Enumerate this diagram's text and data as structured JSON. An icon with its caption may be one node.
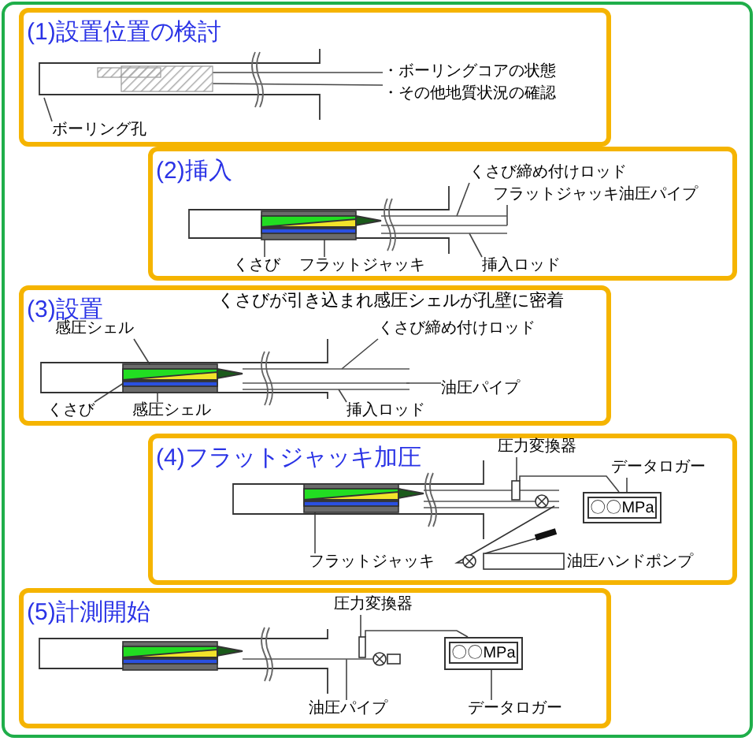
{
  "diagram": {
    "nodes": [
      {
        "text": [
          "(1)設置位置の検討"
        ]
      },
      {
        "text": [],
        "shape": "box",
        "in": 0
      },
      {
        "text": [],
        "shape": "bar",
        "in": 1
      },
      {
        "text": [
          "ボーリング孔"
        ],
        "in": 0
      },
      {
        "text": [
          "・ボーリングコアの状態"
        ],
        "in": 0
      },
      {
        "text": [
          "・その他地質状況の確認"
        ],
        "in": 0
      },
      {
        "text": [
          "(2)挿入"
        ]
      },
      {
        "text": [],
        "shape": "box",
        "in": 6
      },
      {
        "text": [],
        "shape": "bar",
        "in": 7
      },
      {
        "text": [],
        "shape": "bar",
        "in": 6
      },
      {
        "text": [
          "くさび締め付けロッド"
        ],
        "in": 6
      },
      {
        "text": [
          "フラットジャッキ油圧パイプ"
        ],
        "in": 6
      },
      {
        "text": [
          "くさび"
        ],
        "in": 6
      },
      {
        "text": [
          "フラットジャッキ"
        ],
        "in": 6
      },
      {
        "text": [
          "挿入ロッド"
        ],
        "in": 6
      },
      {
        "text": [
          "(3)設置",
          "くさびが引き込まれ感圧シェルが孔壁に密着"
        ]
      },
      {
        "text": [],
        "shape": "box",
        "in": 15
      },
      {
        "text": [],
        "shape": "bar",
        "in": 16
      },
      {
        "text": [],
        "shape": "bar",
        "in": 15
      },
      {
        "text": [
          "感圧シェル"
        ],
        "in": 15
      },
      {
        "text": [
          "くさび"
        ],
        "in": 15
      },
      {
        "text": [
          "感圧シェル"
        ],
        "in": 15
      },
      {
        "text": [
          "くさび締め付けロッド"
        ],
        "in": 15
      },
      {
        "text": [
          "油圧パイプ"
        ],
        "in": 15
      },
      {
        "text": [
          "挿入ロッド"
        ],
        "in": 15
      },
      {
        "text": [
          "(4)フラットジャッキ加圧"
        ]
      },
      {
        "text": [],
        "shape": "box",
        "in": 25
      },
      {
        "text": [],
        "shape": "bar",
        "in": 26
      },
      {
        "text": [],
        "shape": "bar",
        "in": 25
      },
      {
        "text": [],
        "shape": "box",
        "in": 25
      },
      {
        "text": [],
        "shape": "box",
        "in": 25
      },
      {
        "text": [
          "圧力変換器"
        ],
        "in": 25
      },
      {
        "text": [
          "データロガー"
        ],
        "in": 25
      },
      {
        "text": [],
        "shape": "box",
        "in": 25
      },
      {
        "text": [
          "〇〇MPa"
        ],
        "in": 33
      },
      {
        "text": [
          "フラットジャッキ"
        ],
        "in": 25
      },
      {
        "text": [
          "油圧ハンドポンプ"
        ],
        "in": 25
      },
      {
        "text": [
          "(5)計測開始"
        ]
      },
      {
        "text": [],
        "shape": "box",
        "in": 37
      },
      {
        "text": [],
        "shape": "bar",
        "in": 38
      },
      {
        "text": [],
        "shape": "bar",
        "in": 37
      },
      {
        "text": [],
        "shape": "box",
        "in": 37
      },
      {
        "text": [
          "圧力変換器"
        ],
        "in": 37
      },
      {
        "text": [],
        "shape": "box",
        "in": 37
      },
      {
        "text": [
          "〇〇MPa"
        ],
        "in": 43
      },
      {
        "text": [
          "油圧パイプ"
        ],
        "in": 37
      },
      {
        "text": [
          "データロガー"
        ],
        "in": 37
      }
    ],
    "edges": [
      {
        "from": 3,
        "to": 1,
        "arrow": "none"
      },
      {
        "from": 4,
        "to": 2,
        "arrow": "none"
      },
      {
        "from": 5,
        "to": 2,
        "arrow": "none"
      },
      {
        "from": 10,
        "to": 9,
        "arrow": "none"
      },
      {
        "from": 11,
        "to": 9,
        "arrow": "none"
      },
      {
        "from": 12,
        "to": 8,
        "arrow": "none"
      },
      {
        "from": 13,
        "to": 8,
        "arrow": "none"
      },
      {
        "from": 14,
        "to": 9,
        "arrow": "none"
      },
      {
        "from": 19,
        "to": 17,
        "arrow": "none"
      },
      {
        "from": 20,
        "to": 17,
        "arrow": "none"
      },
      {
        "from": 21,
        "to": 17,
        "arrow": "none"
      },
      {
        "from": 22,
        "to": 18,
        "arrow": "none"
      },
      {
        "from": 23,
        "to": 18,
        "arrow": "none"
      },
      {
        "from": 24,
        "to": 18,
        "arrow": "none"
      },
      {
        "from": 31,
        "to": 29,
        "arrow": "none"
      },
      {
        "from": 29,
        "to": 33,
        "arrow": "none"
      },
      {
        "from": 32,
        "to": 33,
        "arrow": "none"
      },
      {
        "from": 35,
        "to": 27,
        "arrow": "none"
      },
      {
        "from": 42,
        "to": 41,
        "arrow": "none"
      },
      {
        "from": 41,
        "to": 43,
        "arrow": "none"
      },
      {
        "from": 46,
        "to": 43,
        "arrow": "none"
      },
      {
        "from": 45,
        "to": 40,
        "arrow": "none"
      }
    ]
  }
}
